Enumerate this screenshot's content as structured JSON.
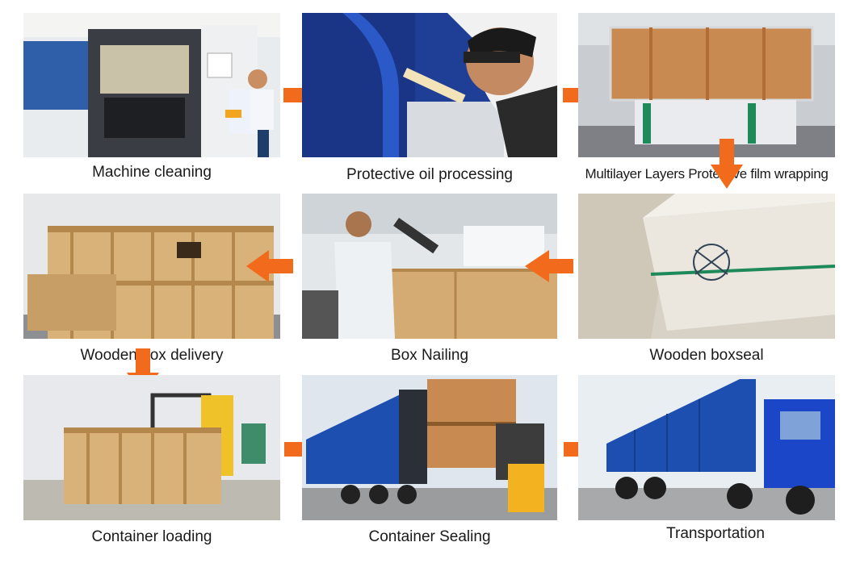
{
  "steps": [
    {
      "caption": "Machine cleaning"
    },
    {
      "caption": "Protective oil processing"
    },
    {
      "caption": "Multilayer Layers Protective film wrapping"
    },
    {
      "caption": "Wooden box delivery"
    },
    {
      "caption": "Box Nailing"
    },
    {
      "caption": "Wooden boxseal"
    },
    {
      "caption": "Container loading"
    },
    {
      "caption": "Container Sealing"
    },
    {
      "caption": "Transportation"
    }
  ],
  "arrow_directions": [
    "right",
    "right",
    "down",
    "left",
    "left",
    "down",
    "right",
    "right"
  ],
  "colors": {
    "arrow": "#f26a1b",
    "wood": "#d9b27a",
    "container_blue": "#1d4fb0"
  }
}
